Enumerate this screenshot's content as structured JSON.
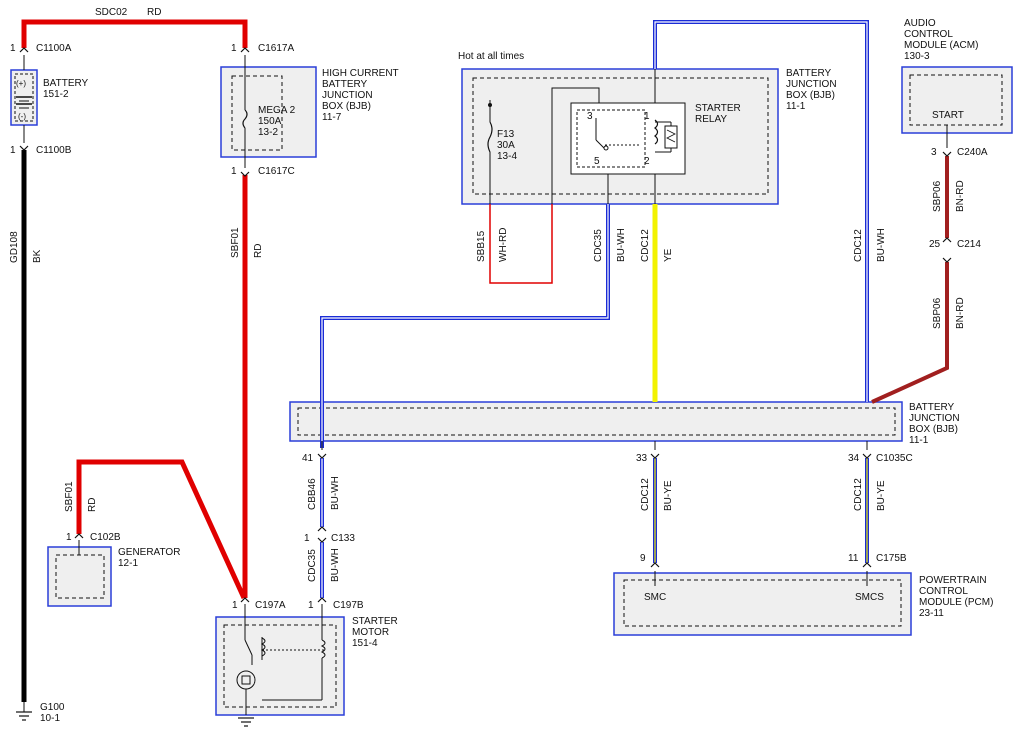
{
  "colors": {
    "red": "#e00000",
    "black": "#000000",
    "blue": "#1a2bd6",
    "yellow": "#f2f200",
    "brown_red": "#a11f1f",
    "module_border": "#2a3fd8",
    "module_fill": "#efefef"
  },
  "top_wire": {
    "circuit": "SDC02",
    "color": "RD"
  },
  "battery": {
    "name": "BATTERY",
    "ref": "151-2",
    "pos_sign": "(+)",
    "neg_sign": "(-)",
    "conn_top_pin": "1",
    "conn_top": "C1100A",
    "conn_bottom_pin": "1",
    "conn_bottom": "C1100B"
  },
  "ground_wire": {
    "circuit": "GD108",
    "color": "BK"
  },
  "ground": {
    "name": "G100",
    "ref": "10-1"
  },
  "hcbjb": {
    "title": [
      "HIGH CURRENT",
      "BATTERY",
      "JUNCTION",
      "BOX (BJB)",
      "11-7"
    ],
    "fuse": [
      "MEGA 2",
      "150A",
      "13-2"
    ],
    "conn_top_pin": "1",
    "conn_top": "C1617A",
    "conn_bottom_pin": "1",
    "conn_bottom": "C1617C"
  },
  "sbf01_long": {
    "circuit": "SBF01",
    "color": "RD"
  },
  "generator": {
    "name": "GENERATOR",
    "ref": "12-1",
    "pin": "1",
    "conn": "C102B",
    "circuit": "SBF01",
    "color": "RD"
  },
  "bjb_top": {
    "hot_label": "Hot at all times",
    "title": [
      "BATTERY",
      "JUNCTION",
      "BOX (BJB)",
      "11-1"
    ],
    "fuse": [
      "F13",
      "30A",
      "13-4"
    ],
    "relay_name": [
      "STARTER",
      "RELAY"
    ],
    "relay_pins": [
      "3",
      "1",
      "5",
      "2"
    ]
  },
  "bjb_wires": [
    {
      "circuit": "SBB15",
      "color": "WH-RD"
    },
    {
      "circuit": "CDC35",
      "color": "BU-WH"
    },
    {
      "circuit": "CDC12",
      "color": "YE"
    },
    {
      "circuit": "CDC12",
      "color": "BU-WH"
    }
  ],
  "acm": {
    "title": [
      "AUDIO",
      "CONTROL",
      "MODULE (ACM)",
      "130-3"
    ],
    "pin_name": "START",
    "pin": "3",
    "conn": "C240A"
  },
  "sbp06_top": {
    "circuit": "SBP06",
    "color": "BN-RD"
  },
  "c214": {
    "pin": "25",
    "conn": "C214"
  },
  "sbp06_bottom": {
    "circuit": "SBP06",
    "color": "BN-RD"
  },
  "bjb_bottom": {
    "title": [
      "BATTERY",
      "JUNCTION",
      "BOX (BJB)",
      "11-1"
    ]
  },
  "pins_below_bjb": [
    {
      "pin": "41",
      "conn": ""
    },
    {
      "pin": "33",
      "conn": ""
    },
    {
      "pin": "34",
      "conn": "C1035C"
    }
  ],
  "cbb46": {
    "circuit": "CBB46",
    "color": "BU-WH"
  },
  "c133": {
    "pin": "1",
    "conn": "C133"
  },
  "cdc35_lower": {
    "circuit": "CDC35",
    "color": "BU-WH"
  },
  "pcm_wires": [
    {
      "circuit": "CDC12",
      "color": "BU-YE"
    },
    {
      "circuit": "CDC12",
      "color": "BU-YE"
    }
  ],
  "pcm": {
    "title": [
      "POWERTRAIN",
      "CONTROL",
      "MODULE (PCM)",
      "23-11"
    ],
    "pins": [
      {
        "pin": "9",
        "conn": "",
        "name": "SMC"
      },
      {
        "pin": "11",
        "conn": "C175B",
        "name": "SMCS"
      }
    ]
  },
  "starter": {
    "title": [
      "STARTER",
      "MOTOR",
      "151-4"
    ],
    "pin_a": "1",
    "conn_a": "C197A",
    "pin_b": "1",
    "conn_b": "C197B"
  }
}
